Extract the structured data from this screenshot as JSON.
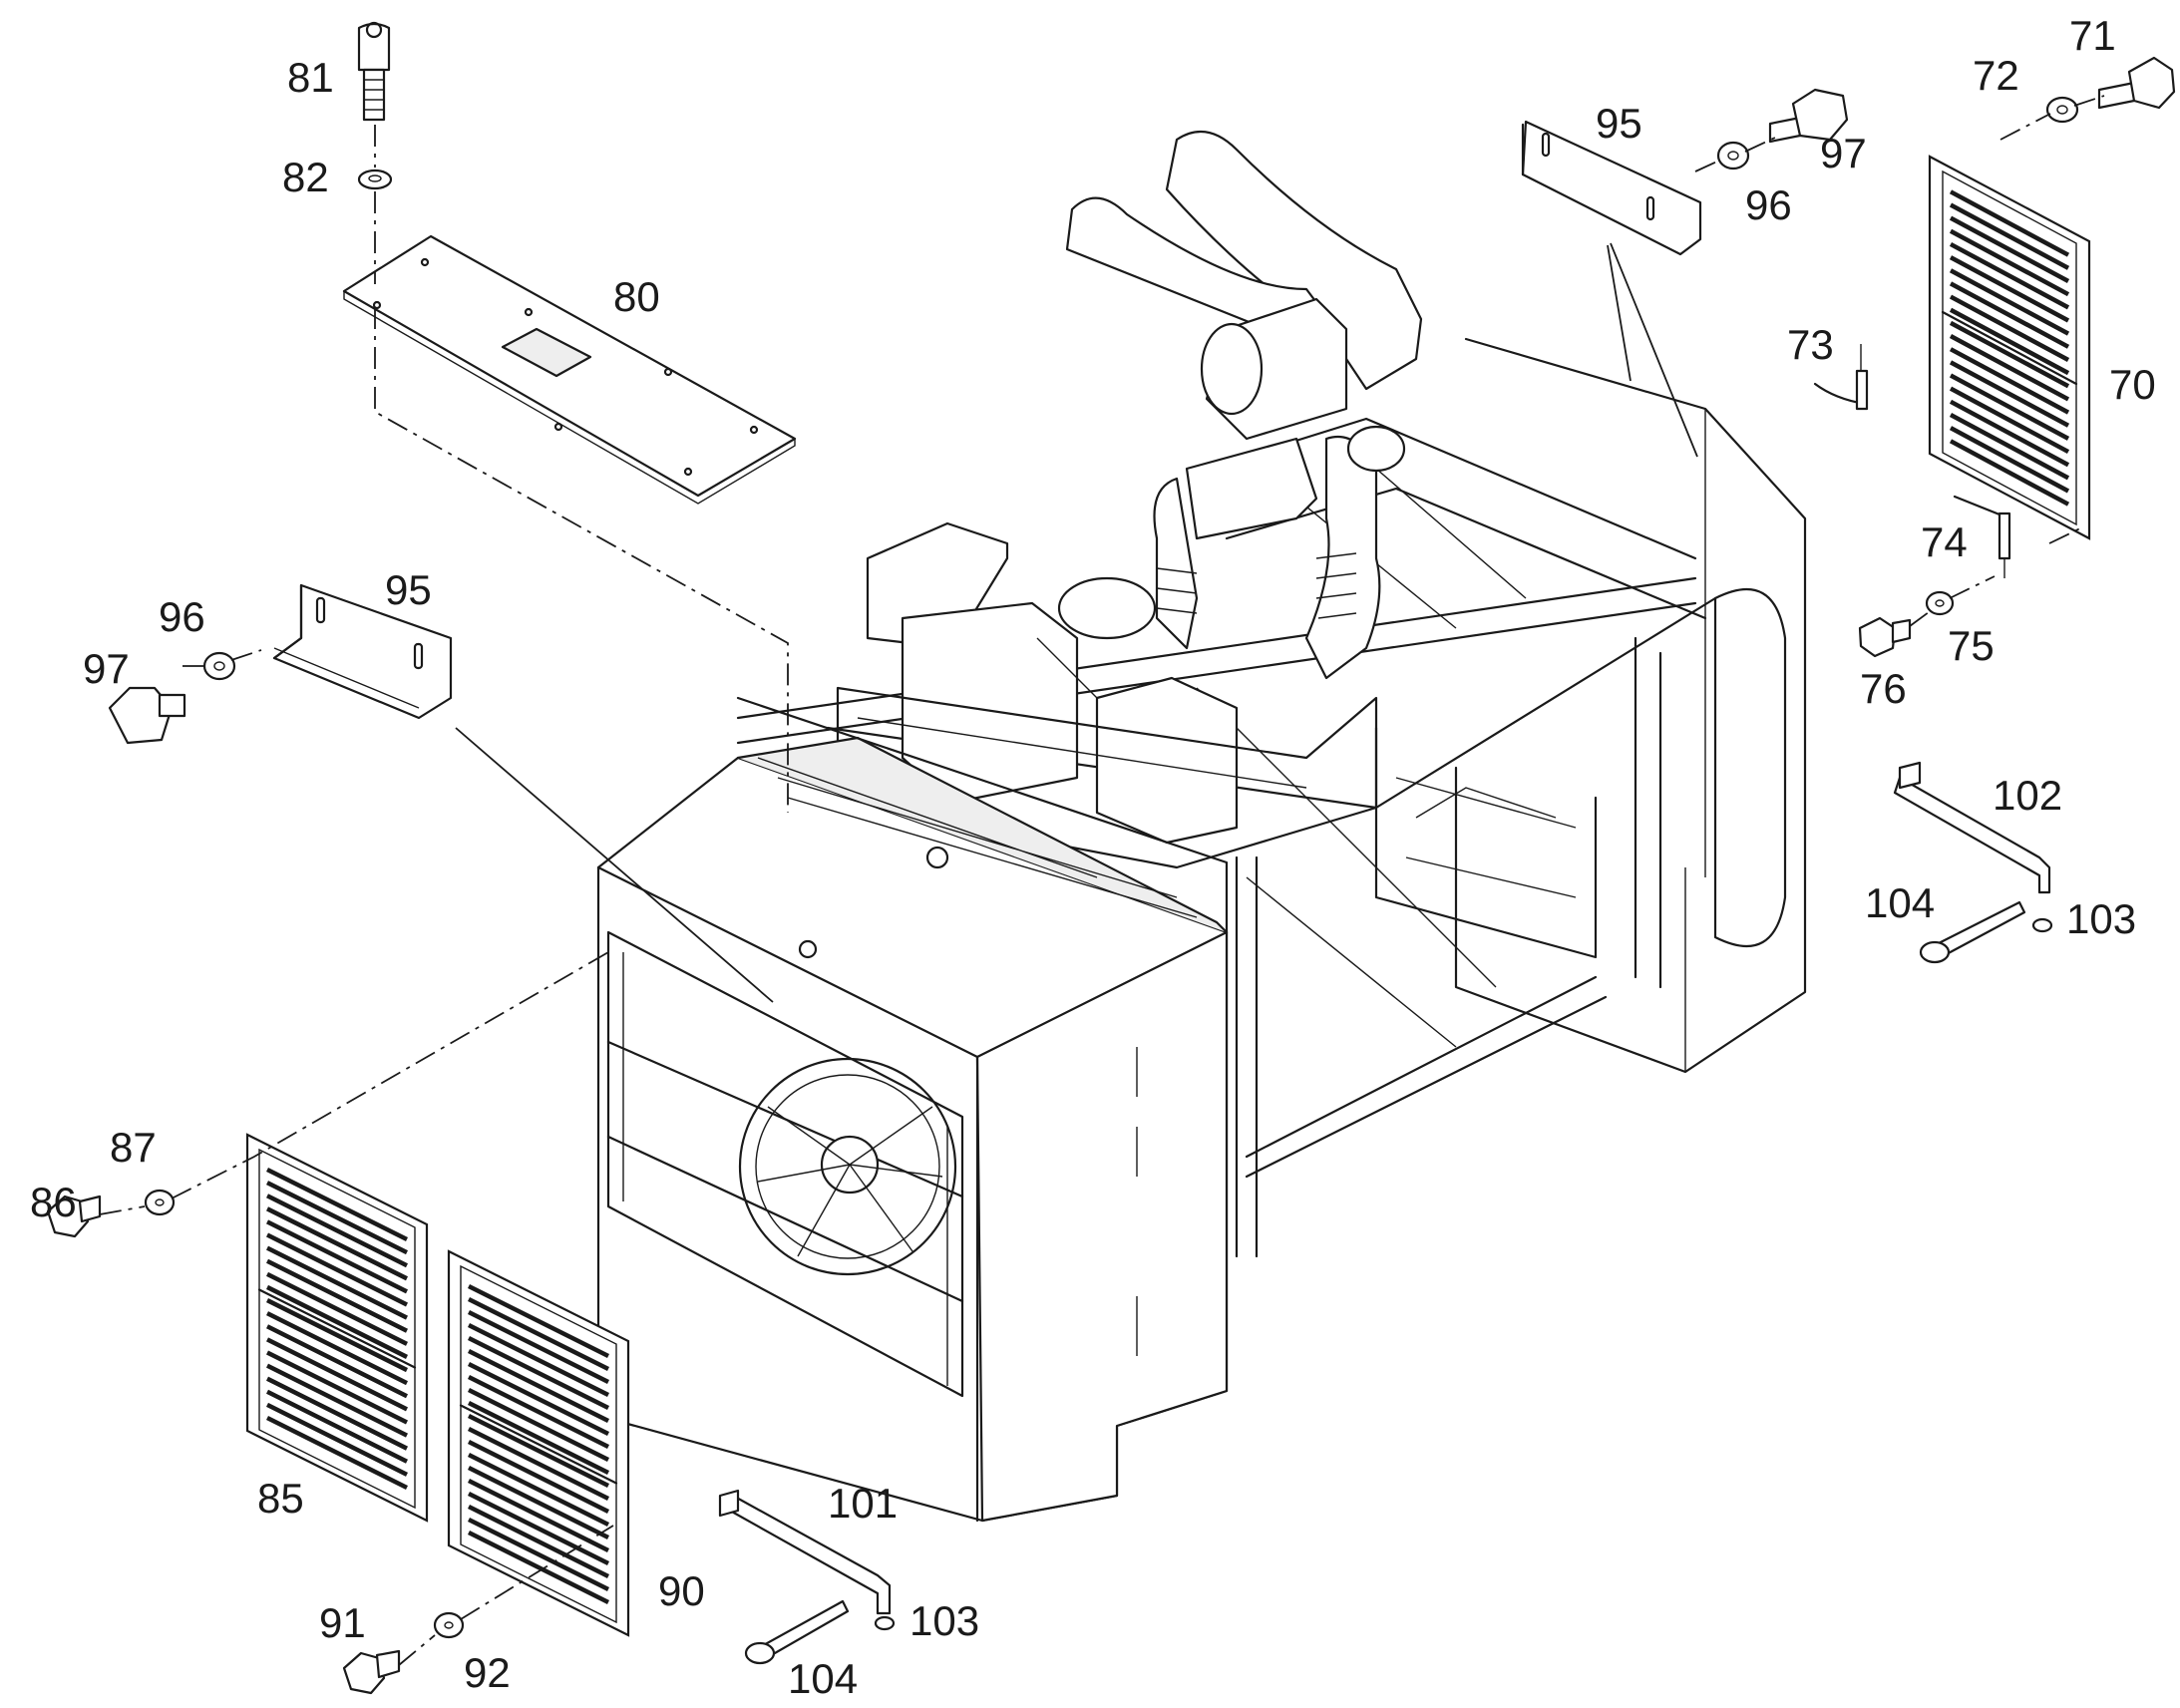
{
  "callouts": {
    "c81": "81",
    "c82": "82",
    "c80": "80",
    "c95a": "95",
    "c96a": "96",
    "c97a": "97",
    "c95b": "95",
    "c96b": "96",
    "c97b": "97",
    "c71": "71",
    "c72": "72",
    "c70": "70",
    "c73": "73",
    "c74": "74",
    "c75": "75",
    "c76": "76",
    "c102": "102",
    "c104a": "104",
    "c103a": "103",
    "c87": "87",
    "c86": "86",
    "c85": "85",
    "c90": "90",
    "c91": "91",
    "c92": "92",
    "c101": "101",
    "c103b": "103",
    "c104b": "104"
  }
}
